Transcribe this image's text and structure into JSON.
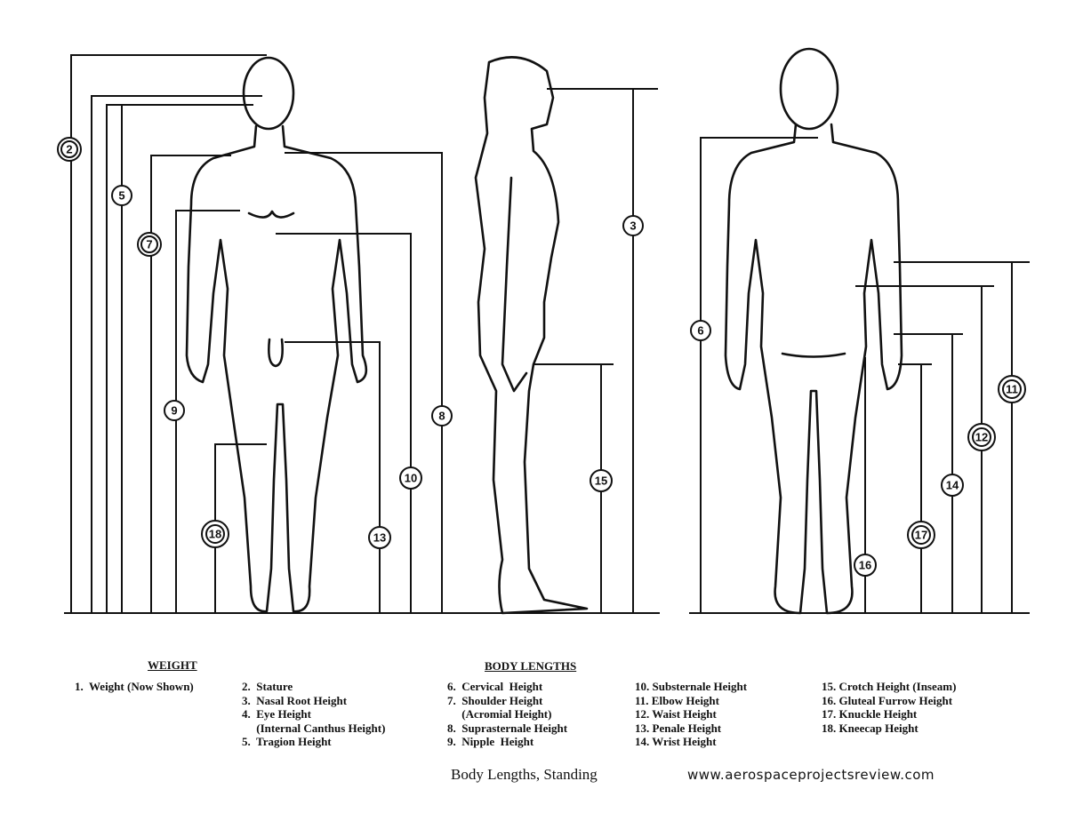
{
  "diagram": {
    "markers": {
      "2": "2",
      "3": "3",
      "5": "5",
      "6": "6",
      "7": "7",
      "8": "8",
      "9": "9",
      "10": "10",
      "11": "11",
      "12": "12",
      "13": "13",
      "14": "14",
      "15": "15",
      "16": "16",
      "17": "17",
      "18": "18"
    }
  },
  "legend": {
    "weight_heading": "WEIGHT",
    "body_lengths_heading": "BODY LENGTHS",
    "col1": [
      "1.  Weight (Now Shown)"
    ],
    "col2": [
      "2.  Stature",
      "3.  Nasal Root Height",
      "4.  Eye Height",
      "     (Internal Canthus Height)",
      "5.  Tragion Height"
    ],
    "col3": [
      "6.  Cervical  Height",
      "7.  Shoulder Height",
      "     (Acromial Height)",
      "8.  Suprasternale Height",
      "9.  Nipple  Height"
    ],
    "col4": [
      "10. Substernale Height",
      "11. Elbow Height",
      "12. Waist Height",
      "13. Penale Height",
      "14. Wrist Height"
    ],
    "col5": [
      "15. Crotch Height (Inseam)",
      "16. Gluteal Furrow Height",
      "17. Knuckle Height",
      "18. Kneecap Height"
    ]
  },
  "caption": "Body Lengths, Standing",
  "watermark": "www.aerospaceprojectsreview.com"
}
